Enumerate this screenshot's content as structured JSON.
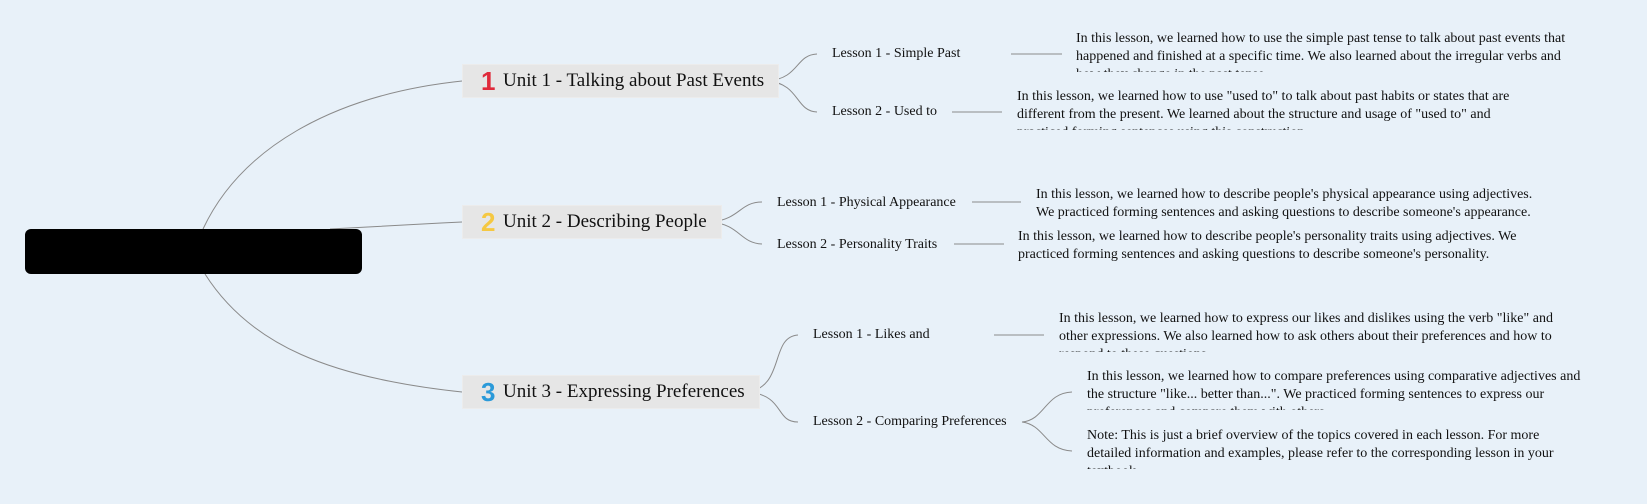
{
  "root": {
    "label": ""
  },
  "units": [
    {
      "number": "1",
      "title": "Unit 1 - Talking about Past Events",
      "color": "#e02a3b",
      "lessons": [
        {
          "title": "Lesson 1 - Simple Past",
          "notes": [
            "In this lesson, we learned how to use the simple past tense to talk about past events that happened and finished at a specific time. We also learned about the irregular verbs and how they change in the past tense."
          ]
        },
        {
          "title": "Lesson 2 - Used to",
          "notes": [
            "In this lesson, we learned how to use \"used to\" to talk about past habits or states that are different from the present. We learned about the structure and usage of \"used to\" and practiced forming sentences using this construction."
          ]
        }
      ]
    },
    {
      "number": "2",
      "title": "Unit 2 - Describing People",
      "color": "#f5c842",
      "lessons": [
        {
          "title": "Lesson 1 - Physical Appearance",
          "notes": [
            "In this lesson, we learned how to describe people's physical appearance using adjectives. We practiced forming sentences and asking questions to describe someone's appearance."
          ]
        },
        {
          "title": "Lesson 2 - Personality Traits",
          "notes": [
            "In this lesson, we learned how to describe people's personality traits using adjectives. We practiced forming sentences and asking questions to describe someone's personality."
          ]
        }
      ]
    },
    {
      "number": "3",
      "title": "Unit 3 - Expressing Preferences",
      "color": "#2b9ad9",
      "lessons": [
        {
          "title": "Lesson 1 - Likes and",
          "notes": [
            "In this lesson, we learned how to express our likes and dislikes using the verb \"like\" and other expressions. We also learned how to ask others about their preferences and how to respond to these questions."
          ]
        },
        {
          "title": "Lesson 2 - Comparing Preferences",
          "notes": [
            "In this lesson, we learned how to compare preferences using comparative adjectives and the structure \"like... better than...\". We practiced forming sentences to express our preferences and compare them with others.",
            "Note: This is just a brief overview of the topics covered in each lesson. For more detailed information and examples, please refer to the corresponding lesson in your textbook."
          ]
        }
      ]
    }
  ]
}
